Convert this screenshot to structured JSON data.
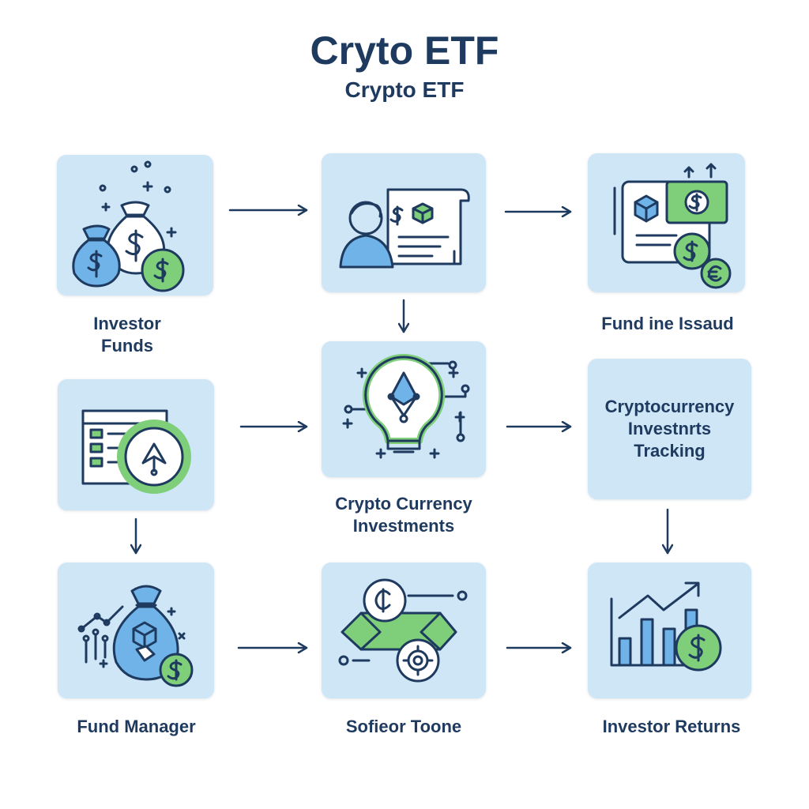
{
  "title": "Cryto ETF",
  "subtitle": "Crypto ETF",
  "colors": {
    "navy": "#1f3a5f",
    "card": "#cfe6f7",
    "blue": "#6fb3e8",
    "green": "#7fcf7a",
    "white": "#ffffff"
  },
  "nodes": {
    "investor_funds": {
      "label": "Investor\nFunds",
      "icon": "money-bags-icon"
    },
    "fund_document": {
      "label": "",
      "icon": "investor-document-icon"
    },
    "fund_issued": {
      "label": "Fund ine Issaud",
      "icon": "fund-certificate-icon"
    },
    "fund_portfolio": {
      "label": "",
      "icon": "portfolio-document-icon"
    },
    "crypto_investments": {
      "label": "Crypto  Currency\nInvestments",
      "icon": "crypto-bulb-icon"
    },
    "tracking": {
      "text": "Cryptocurrency\nInvestnrts\nTracking"
    },
    "fund_manager": {
      "label": "Fund Manager",
      "icon": "crypto-bag-icon"
    },
    "sofieor_toone": {
      "label": "Sofieor Toone",
      "icon": "coin-exchange-icon"
    },
    "investor_returns": {
      "label": "Investor Returns",
      "icon": "growth-chart-icon"
    }
  }
}
